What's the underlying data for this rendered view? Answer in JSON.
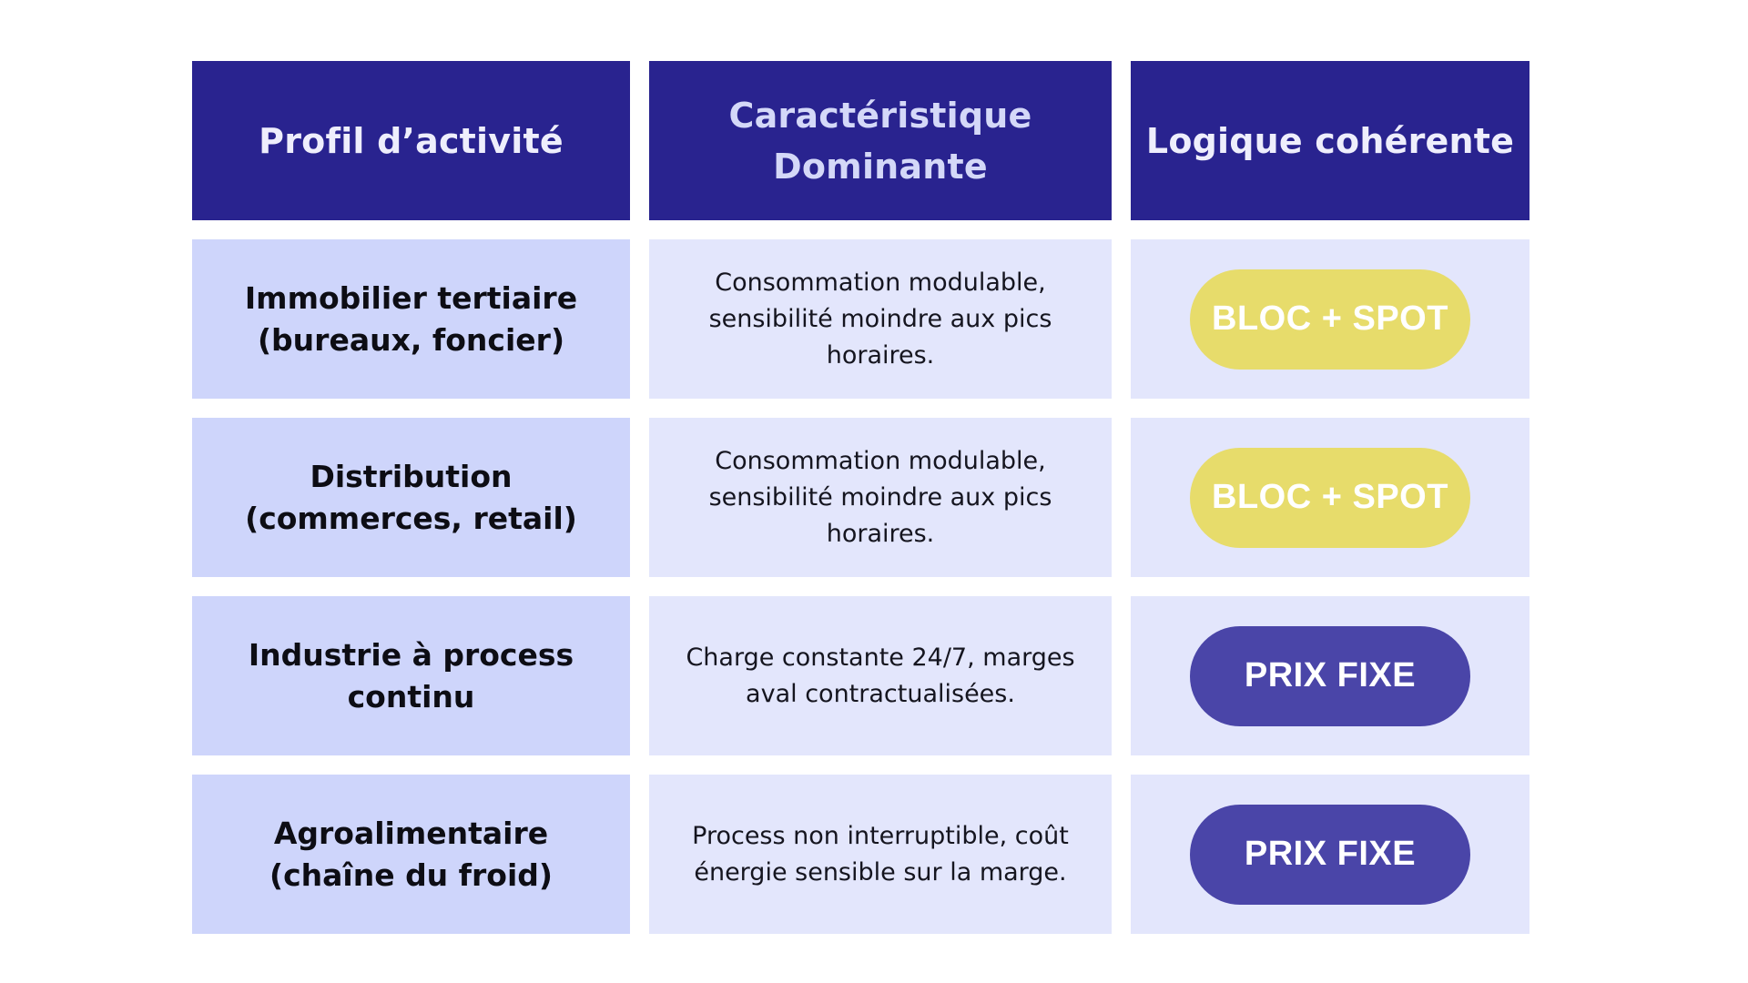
{
  "header": {
    "col1": "Profil d’activité",
    "col2": "Caractéristique\nDominante",
    "col3": "Logique cohérente"
  },
  "rows": [
    {
      "profile": "Immobilier tertiaire\n(bureaux, foncier)",
      "characteristic": "Consommation modulable,\nsensibilité moindre aux pics\nhoraires.",
      "logic": "BLOC + SPOT",
      "logic_color": "#e7dc6b"
    },
    {
      "profile": "Distribution\n(commerces, retail)",
      "characteristic": "Consommation modulable,\nsensibilité moindre aux pics\nhoraires.",
      "logic": "BLOC + SPOT",
      "logic_color": "#e7dc6b"
    },
    {
      "profile": "Industrie à process\ncontinu",
      "characteristic": "Charge constante 24/7, marges\naval contractualisées.",
      "logic": "PRIX FIXE",
      "logic_color": "#4a45a8"
    },
    {
      "profile": "Agroalimentaire\n(chaîne du froid)",
      "characteristic": "Process non interruptible, coût\nénergie sensible sur la marge.",
      "logic": "PRIX FIXE",
      "logic_color": "#4a45a8"
    }
  ],
  "colors": {
    "header_bg": "#29238f",
    "profile_bg": "#ced5fb",
    "cell_bg": "#e3e6fc"
  }
}
